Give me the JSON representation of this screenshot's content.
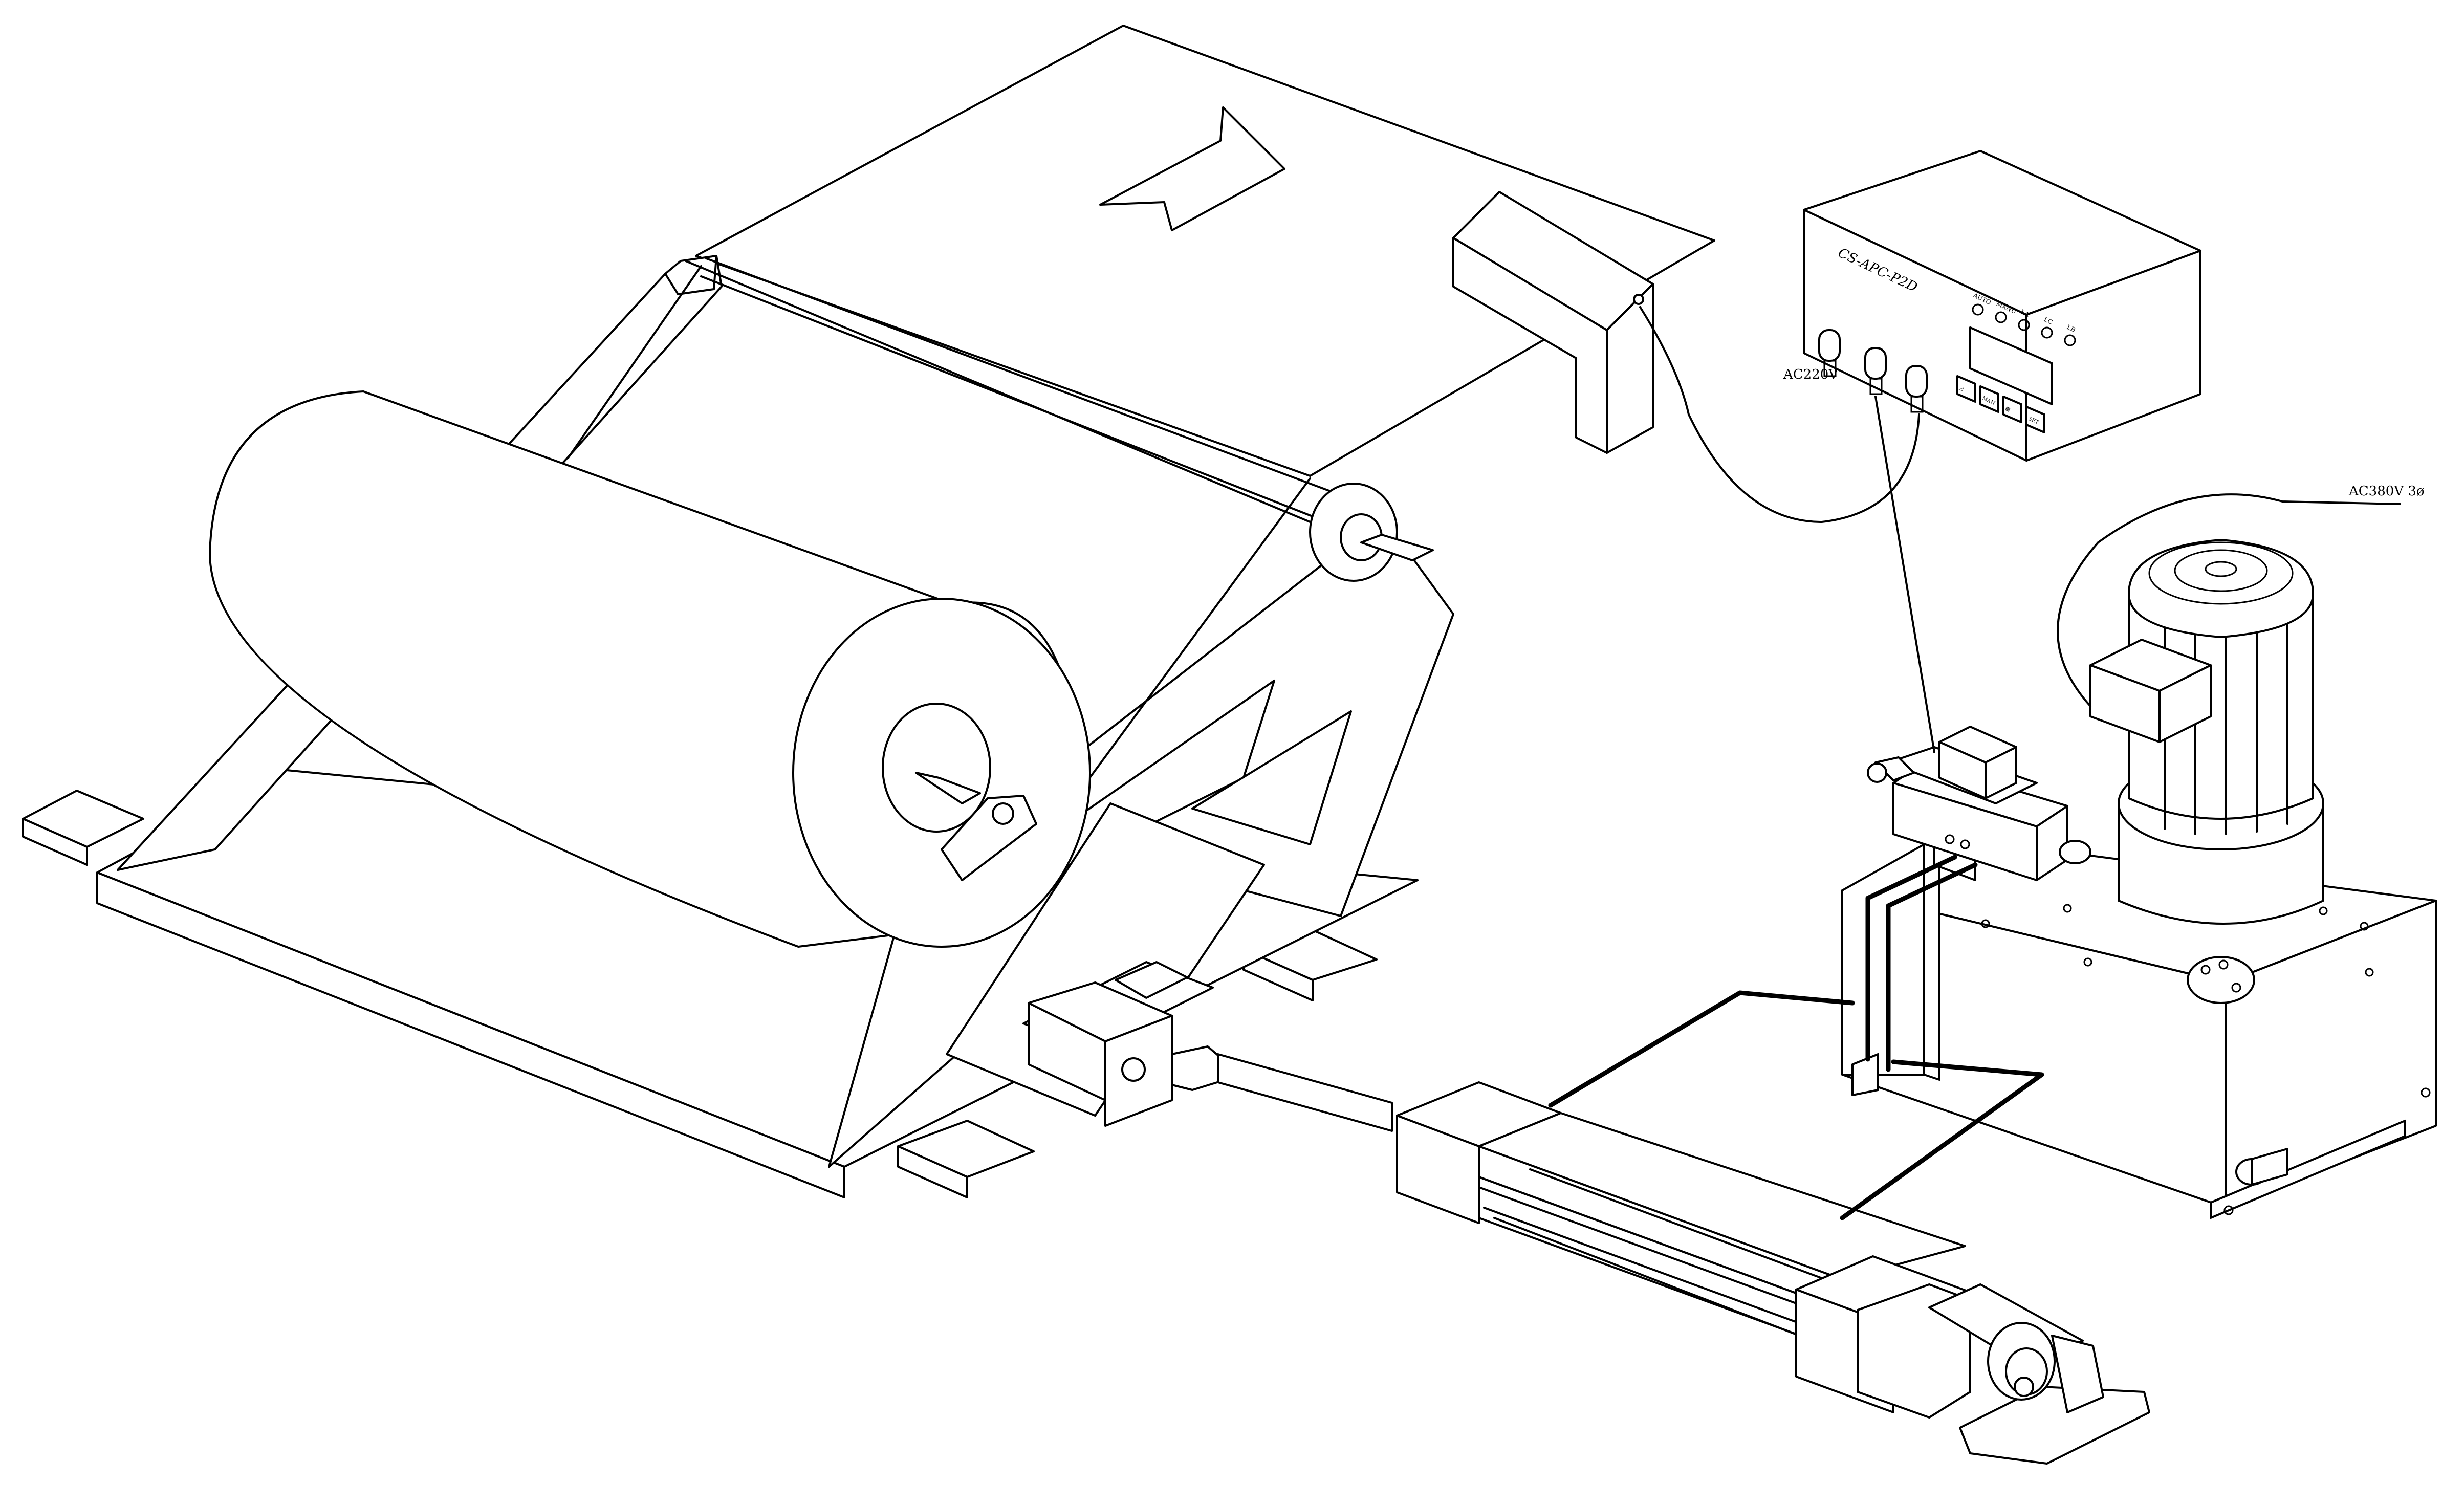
{
  "controller": {
    "model_label": "CS-APC-P2D",
    "indicators": [
      "AUTO",
      "MANU",
      "LA",
      "LC",
      "LB"
    ],
    "buttons": [
      "◿",
      "MAN",
      "▩",
      "SET"
    ]
  },
  "power": {
    "single_phase_label": "AC220V",
    "three_phase_label": "AC380V 3ø"
  }
}
